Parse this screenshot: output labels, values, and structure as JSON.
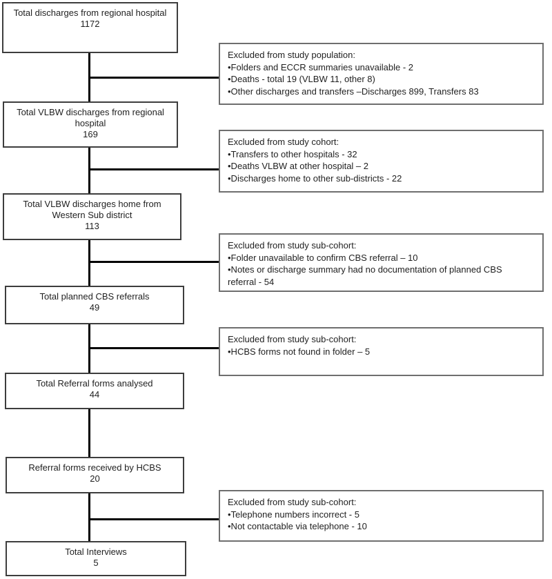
{
  "flowchart": {
    "flow_boxes": [
      {
        "title": "Total discharges from regional hospital",
        "value": "1172"
      },
      {
        "title": "Total VLBW discharges from regional hospital",
        "value": "169"
      },
      {
        "title": "Total VLBW discharges home from Western Sub district",
        "value": "113"
      },
      {
        "title": "Total planned CBS referrals",
        "value": "49"
      },
      {
        "title": "Total Referral forms analysed",
        "value": "44"
      },
      {
        "title": "Referral forms received by HCBS",
        "value": "20"
      },
      {
        "title": "Total Interviews",
        "value": "5"
      }
    ],
    "exclusion_boxes": [
      {
        "heading": "Excluded from study population:",
        "items": [
          "•Folders and ECCR summaries unavailable - 2",
          "•Deaths - total 19 (VLBW 11, other 8)",
          "•Other discharges and transfers –Discharges 899, Transfers 83"
        ]
      },
      {
        "heading": "Excluded from study cohort:",
        "items": [
          "•Transfers to other hospitals - 32",
          "•Deaths VLBW at other hospital – 2",
          "•Discharges home to other sub-districts - 22"
        ]
      },
      {
        "heading": "Excluded from study sub-cohort:",
        "items": [
          "•Folder unavailable to confirm CBS referral – 10",
          "•Notes or discharge summary had no documentation of planned CBS referral - 54"
        ]
      },
      {
        "heading": "Excluded from study sub-cohort:",
        "items": [
          "•HCBS forms not found in folder – 5"
        ]
      },
      {
        "heading": "Excluded from study sub-cohort:",
        "items": [
          "•Telephone numbers incorrect - 5",
          "•Not contactable via telephone - 10"
        ]
      }
    ],
    "colors": {
      "flow_box_border": "#3d3d3d",
      "exclusion_box_border": "#6e6e6e",
      "connector": "#000000",
      "text": "#1f1f1f",
      "background": "#ffffff"
    }
  }
}
